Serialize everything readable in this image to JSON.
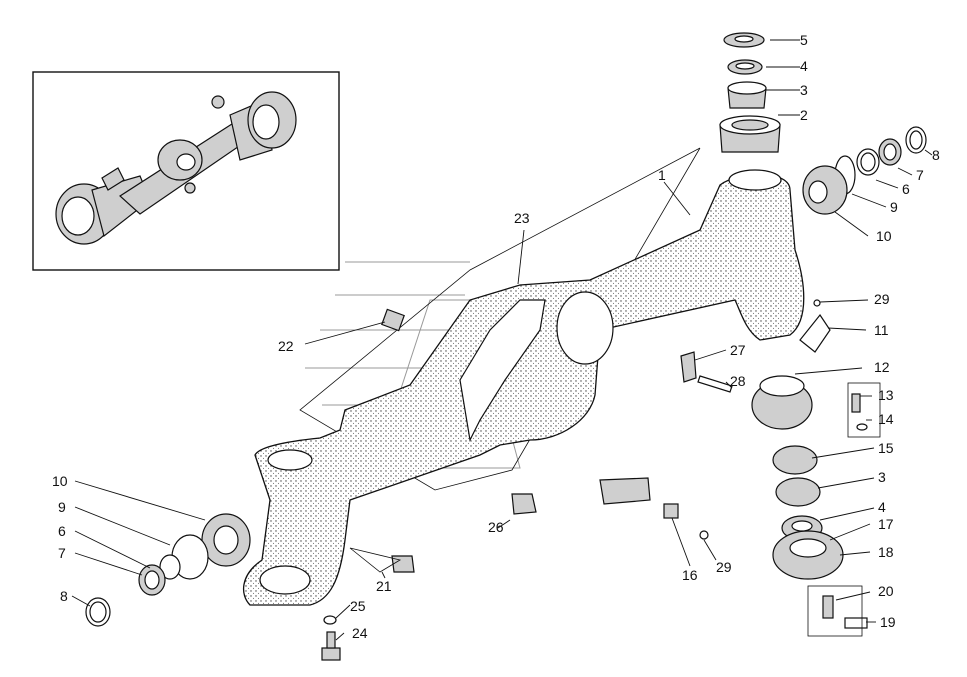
{
  "callouts": [
    {
      "id": "c1",
      "label": "1"
    },
    {
      "id": "c2",
      "label": "2"
    },
    {
      "id": "c3a",
      "label": "3"
    },
    {
      "id": "c4a",
      "label": "4"
    },
    {
      "id": "c5",
      "label": "5"
    },
    {
      "id": "c6a",
      "label": "6"
    },
    {
      "id": "c7a",
      "label": "7"
    },
    {
      "id": "c8a",
      "label": "8"
    },
    {
      "id": "c9a",
      "label": "9"
    },
    {
      "id": "c10a",
      "label": "10"
    },
    {
      "id": "c29a",
      "label": "29"
    },
    {
      "id": "c11",
      "label": "11"
    },
    {
      "id": "c12",
      "label": "12"
    },
    {
      "id": "c13",
      "label": "13"
    },
    {
      "id": "c14",
      "label": "14"
    },
    {
      "id": "c15",
      "label": "15"
    },
    {
      "id": "c3b",
      "label": "3"
    },
    {
      "id": "c4b",
      "label": "4"
    },
    {
      "id": "c17",
      "label": "17"
    },
    {
      "id": "c18",
      "label": "18"
    },
    {
      "id": "c20",
      "label": "20"
    },
    {
      "id": "c19",
      "label": "19"
    },
    {
      "id": "c27",
      "label": "27"
    },
    {
      "id": "c28",
      "label": "28"
    },
    {
      "id": "c23",
      "label": "23"
    },
    {
      "id": "c22",
      "label": "22"
    },
    {
      "id": "c10b",
      "label": "10"
    },
    {
      "id": "c9b",
      "label": "9"
    },
    {
      "id": "c6b",
      "label": "6"
    },
    {
      "id": "c7b",
      "label": "7"
    },
    {
      "id": "c8b",
      "label": "8"
    },
    {
      "id": "c21",
      "label": "21"
    },
    {
      "id": "c26",
      "label": "26"
    },
    {
      "id": "c16",
      "label": "16"
    },
    {
      "id": "c29b",
      "label": "29"
    },
    {
      "id": "c25",
      "label": "25"
    },
    {
      "id": "c24",
      "label": "24"
    }
  ]
}
